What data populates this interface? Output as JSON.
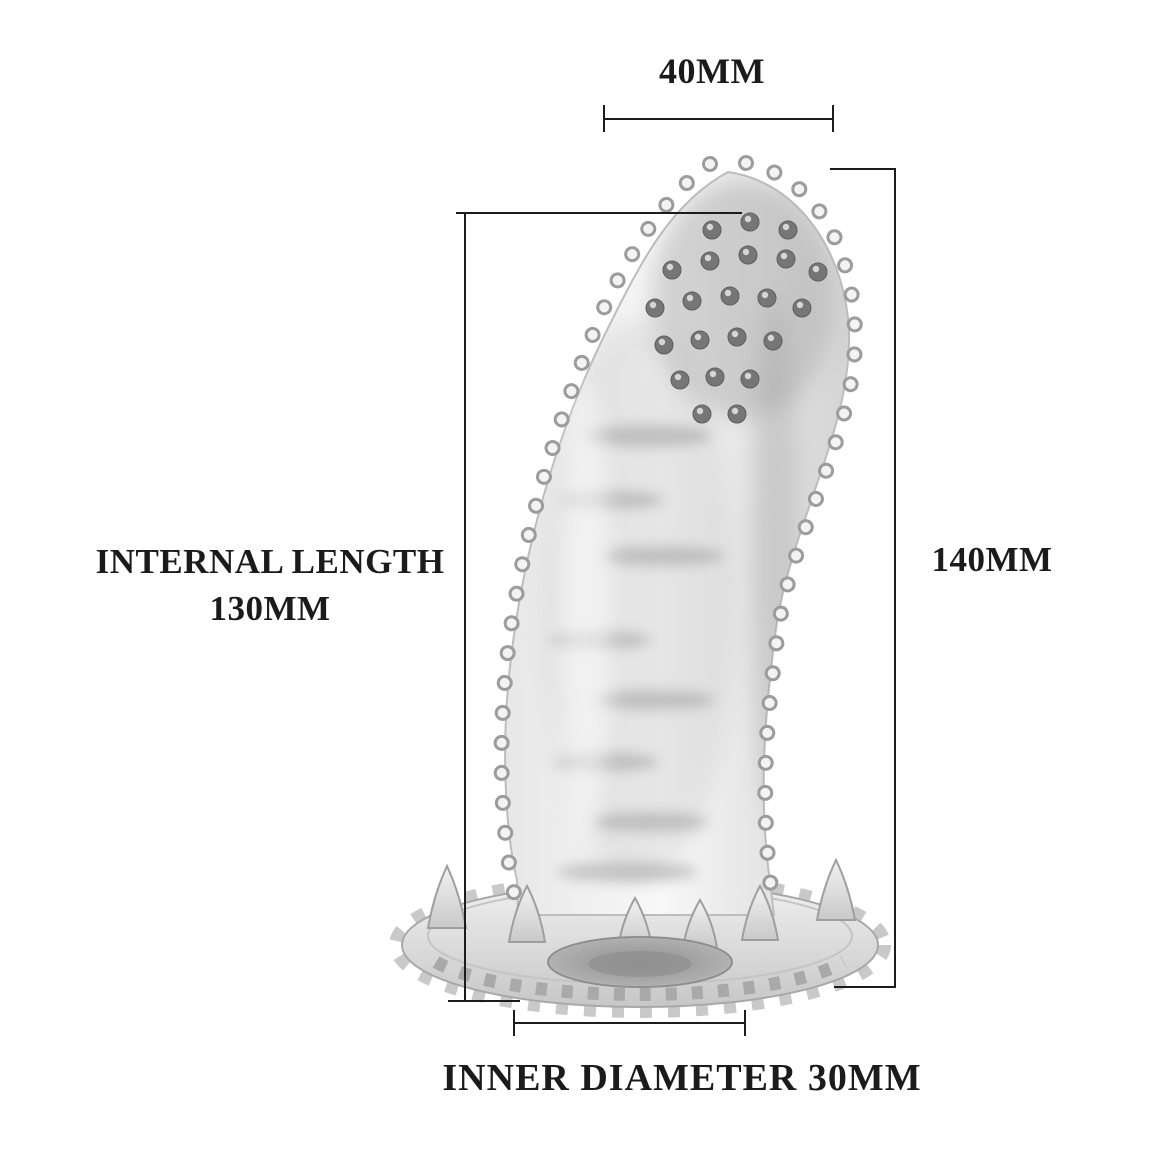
{
  "diagram": {
    "labels": {
      "top_width": "40MM",
      "internal_length_line1": "INTERNAL LENGTH",
      "internal_length_line2": "130MM",
      "overall_height": "140MM",
      "inner_diameter": "INNER DIAMETER 30MM"
    },
    "colors": {
      "background": "#ffffff",
      "text": "#1b1b1b",
      "dimension_line": "#1c1c1c",
      "product_light": "#f8f8f8",
      "product_mid": "#d6d6d6",
      "product_dark": "#767676"
    }
  }
}
